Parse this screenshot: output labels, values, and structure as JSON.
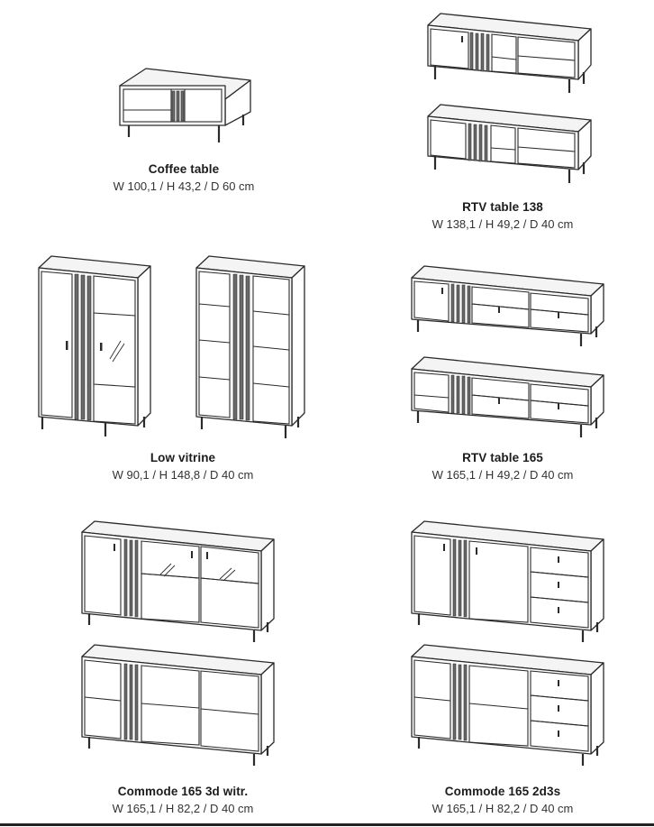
{
  "products": [
    {
      "id": "coffee-table",
      "name": "Coffee table",
      "dims": "W 100,1 / H 43,2 / D 60 cm"
    },
    {
      "id": "rtv-138",
      "name": "RTV table 138",
      "dims": "W 138,1 / H 49,2 / D 40 cm"
    },
    {
      "id": "low-vitrine",
      "name": "Low vitrine",
      "dims": "W 90,1 / H 148,8 / D 40 cm"
    },
    {
      "id": "rtv-165",
      "name": "RTV table 165",
      "dims": "W 165,1 / H 49,2 / D 40 cm"
    },
    {
      "id": "commode-3d",
      "name": "Commode 165 3d witr.",
      "dims": "W 165,1 / H 82,2 / D 40 cm"
    },
    {
      "id": "commode-2d3s",
      "name": "Commode 165 2d3s",
      "dims": "W 165,1 / H 82,2 / D 40 cm"
    }
  ]
}
